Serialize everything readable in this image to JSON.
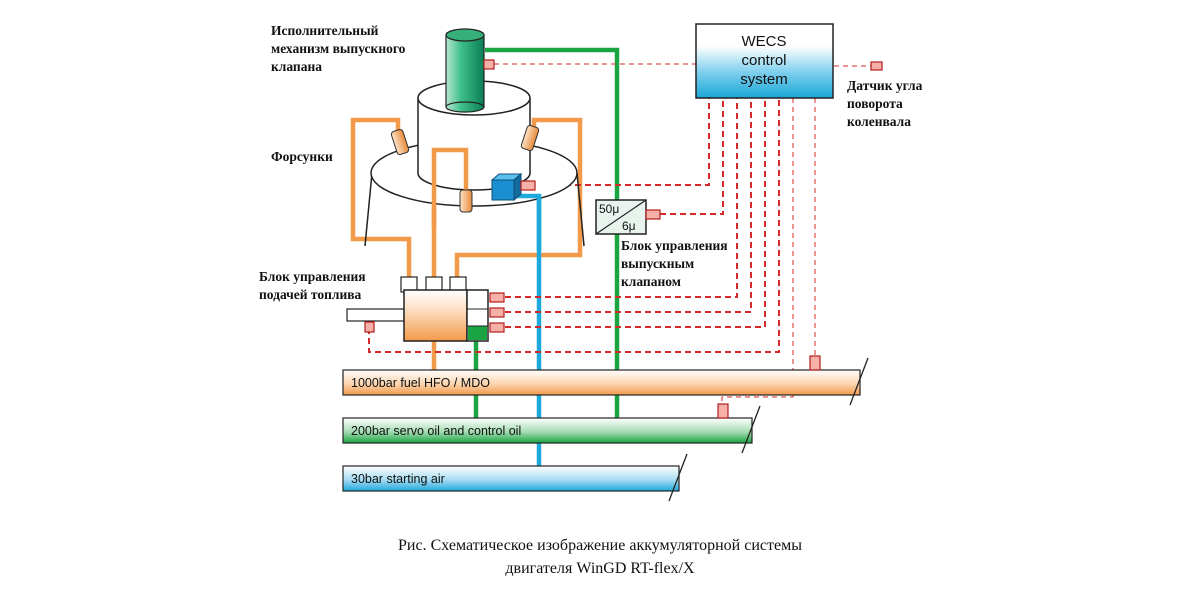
{
  "labels": {
    "actuator": [
      "Исполнительный",
      "механизм выпускного",
      "клапана"
    ],
    "injectors": "Форсунки",
    "fuel_control": [
      "Блок управления",
      "подачей топлива"
    ],
    "valve_control": [
      "Блок управления",
      "выпускным",
      "клапаном"
    ],
    "crank_sensor": [
      "Датчик угла",
      "поворота",
      "коленвала"
    ],
    "wecs": [
      "WECS",
      "control",
      "system"
    ],
    "filter_in": "50μ",
    "filter_out": "6μ"
  },
  "rails": [
    {
      "label": "1000bar fuel HFO / MDO",
      "color": "#f39a4a"
    },
    {
      "label": "200bar servo oil and control oil",
      "color": "#1aa542"
    },
    {
      "label": "30bar starting air",
      "color": "#1ea9dd"
    }
  ],
  "caption": {
    "line1": "Рис. Схематическое изображение аккумуляторной системы",
    "line2": "двигателя WinGD RT-flex/X"
  },
  "colors": {
    "fuel": "#f39a4a",
    "servo_oil": "#1aa542",
    "air": "#1ea9dd",
    "signal": "#d42a2a",
    "wecs": "#1aa6d6"
  }
}
